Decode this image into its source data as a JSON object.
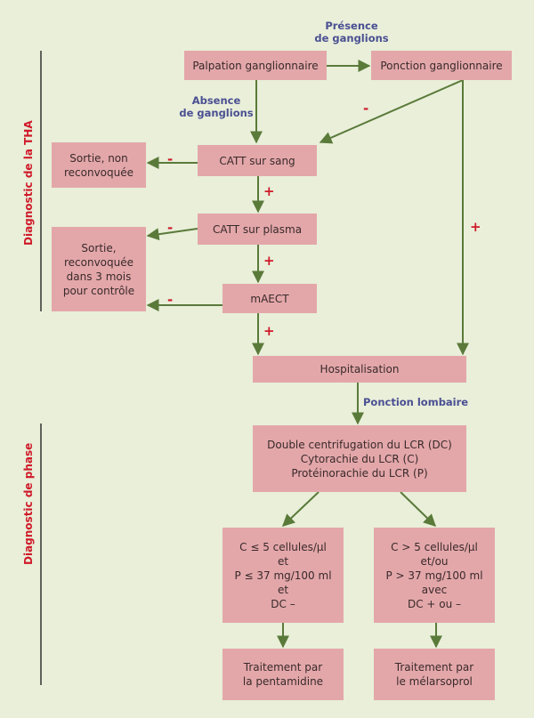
{
  "sections": {
    "diagnostic_tha": "Diagnostic de la THA",
    "diagnostic_phase": "Diagnostic de phase"
  },
  "boxes": {
    "palpation": "Palpation ganglionnaire",
    "ponction_gang": "Ponction ganglionnaire",
    "catt_sang": "CATT sur sang",
    "catt_plasma": "CATT sur plasma",
    "maect": "mAECT",
    "sortie1": [
      "Sortie, non",
      "reconvoquée"
    ],
    "sortie2": [
      "Sortie,",
      "reconvoquée",
      "dans 3 mois",
      "pour contrôle"
    ],
    "hospitalisation": "Hospitalisation",
    "double": [
      "Double centrifugation du LCR (DC)",
      "Cytorachie du LCR (C)",
      "Protéinorachie du LCR (P)"
    ],
    "criteria1": [
      "C ≤ 5 cellules/µl",
      "et",
      "P ≤ 37 mg/100 ml",
      "et",
      "DC –"
    ],
    "criteria2": [
      "C > 5 cellules/µl",
      "et/ou",
      "P > 37 mg/100 ml",
      "avec",
      "DC + ou –"
    ],
    "treat1": [
      "Traitement par",
      "la pentamidine"
    ],
    "treat2": [
      "Traitement par",
      "le mélarsoprol"
    ]
  },
  "labels": {
    "presence": [
      "Présence",
      "de ganglions"
    ],
    "absence": [
      "Absence",
      "de ganglions"
    ],
    "ponction_lombaire": "Ponction lombaire"
  },
  "signs": {
    "minus": "-",
    "plus": "+"
  },
  "colors": {
    "background": "#e9efd9",
    "box": "#e3a7aa",
    "arrow": "#5a7a3a",
    "sign": "#d01a2a",
    "label": "#4a4f92",
    "bracket": "#333333"
  }
}
